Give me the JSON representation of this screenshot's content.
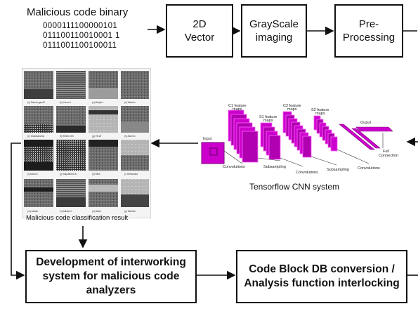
{
  "binary": {
    "title": "Malicious code binary",
    "lines": [
      "0000111100000101",
      "011100110010001 1",
      "0111001100100011"
    ]
  },
  "pipeline": {
    "vector_label": "2D\nVector",
    "grayscale_label": "GrayScale\nimaging",
    "preprocessing_label": "Pre-\nProcessing"
  },
  "classification": {
    "caption": "Malicious code classification result"
  },
  "cnn": {
    "caption": "Tensorflow CNN system",
    "labels": {
      "input": "Input",
      "c1": "C1 feature maps",
      "s1": "S1 feature maps",
      "c2": "C2 feature maps",
      "s2": "S2 feature maps",
      "output": "Ouput",
      "full": "Full Connection",
      "conv1": "Convolutions",
      "sub1": "Subsampling",
      "conv2": "Convolutions",
      "sub2": "Subsampling",
      "conv3": "Convolutions"
    },
    "colors": {
      "map": "#cc00cc",
      "map_dark": "#7a007a",
      "map_edge": "#ff66ff"
    }
  },
  "bottom": {
    "interwork_label": "Development of interworking\nsystem for malicious code\nanalyzers",
    "codeblock_label": "Code Block DB conversion /\nAnalysis function interlocking"
  }
}
